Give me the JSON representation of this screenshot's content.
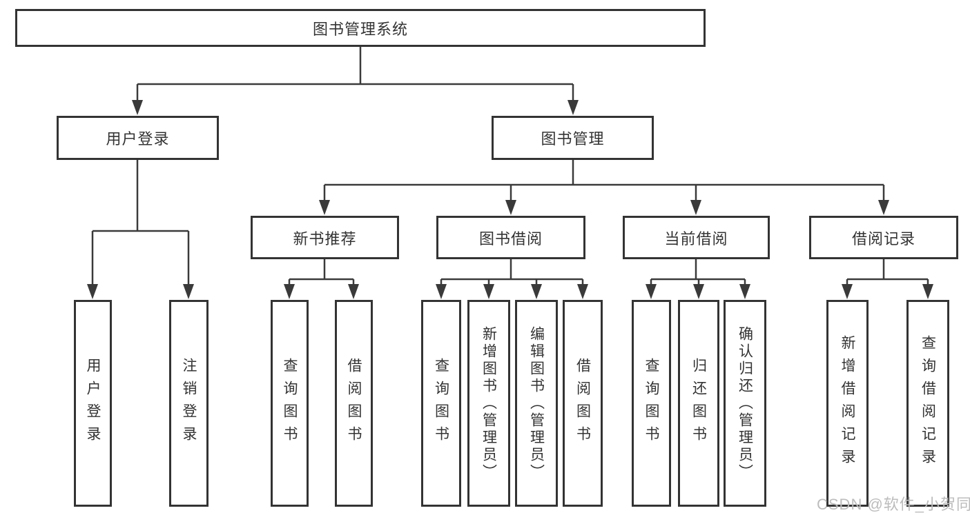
{
  "nodes": {
    "root": "图书管理系统",
    "user_login": "用户登录",
    "book_mgmt": "图书管理",
    "new_book_rec": "新书推荐",
    "book_borrow": "图书借阅",
    "current_borrow": "当前借阅",
    "borrow_records": "借阅记录",
    "ul_login": "用户登录",
    "ul_logout": "注销登录",
    "nb_query": "查询图书",
    "nb_borrow": "借阅图书",
    "bb_query": "查询图书",
    "bb_add": "新增图书（管理员）",
    "bb_edit": "编辑图书（管理员）",
    "bb_borrow": "借阅图书",
    "cb_query": "查询图书",
    "cb_return": "归还图书",
    "cb_confirm": "确认归还（管理员）",
    "br_add": "新增借阅记录",
    "br_query": "查询借阅记录"
  },
  "hierarchy": {
    "图书管理系统": {
      "用户登录": [
        "用户登录",
        "注销登录"
      ],
      "图书管理": {
        "新书推荐": [
          "查询图书",
          "借阅图书"
        ],
        "图书借阅": [
          "查询图书",
          "新增图书（管理员）",
          "编辑图书（管理员）",
          "借阅图书"
        ],
        "当前借阅": [
          "查询图书",
          "归还图书",
          "确认归还（管理员）"
        ],
        "借阅记录": [
          "新增借阅记录",
          "查询借阅记录"
        ]
      }
    }
  },
  "watermark": "CSDN @软件_小贺同学",
  "colors": {
    "background": "#ffffff",
    "box_border": "#333333",
    "text": "#333333",
    "connector": "#3a3a3a",
    "watermark": "#bcbcbc"
  }
}
